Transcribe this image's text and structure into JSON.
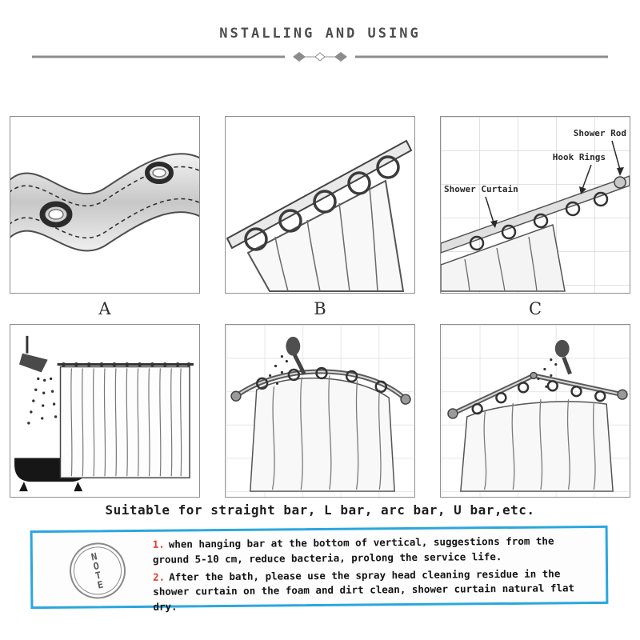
{
  "header": {
    "title": "NSTALLING AND USING"
  },
  "top_row": {
    "labels": [
      "A",
      "B",
      "C"
    ]
  },
  "panel_c": {
    "annotations": [
      {
        "label": "Shower Rod"
      },
      {
        "label": "Hook Rings"
      },
      {
        "label": "Shower Curtain"
      }
    ]
  },
  "caption": {
    "text": "Suitable for straight bar, L bar, arc bar, U bar,etc."
  },
  "note": {
    "stamp_letters": [
      "N",
      "O",
      "T",
      "E"
    ],
    "items": [
      {
        "num": "1.",
        "text": "when hanging bar at the bottom of vertical, suggestions from the ground 5-10 cm, reduce bacteria, prolong the service life."
      },
      {
        "num": "2.",
        "text": "After the bath, please use the spray head cleaning residue in the shower curtain on the foam and dirt clean, shower curtain natural flat dry."
      }
    ]
  },
  "colors": {
    "note_border": "#2aa7de",
    "note_number": "#e8392a"
  }
}
